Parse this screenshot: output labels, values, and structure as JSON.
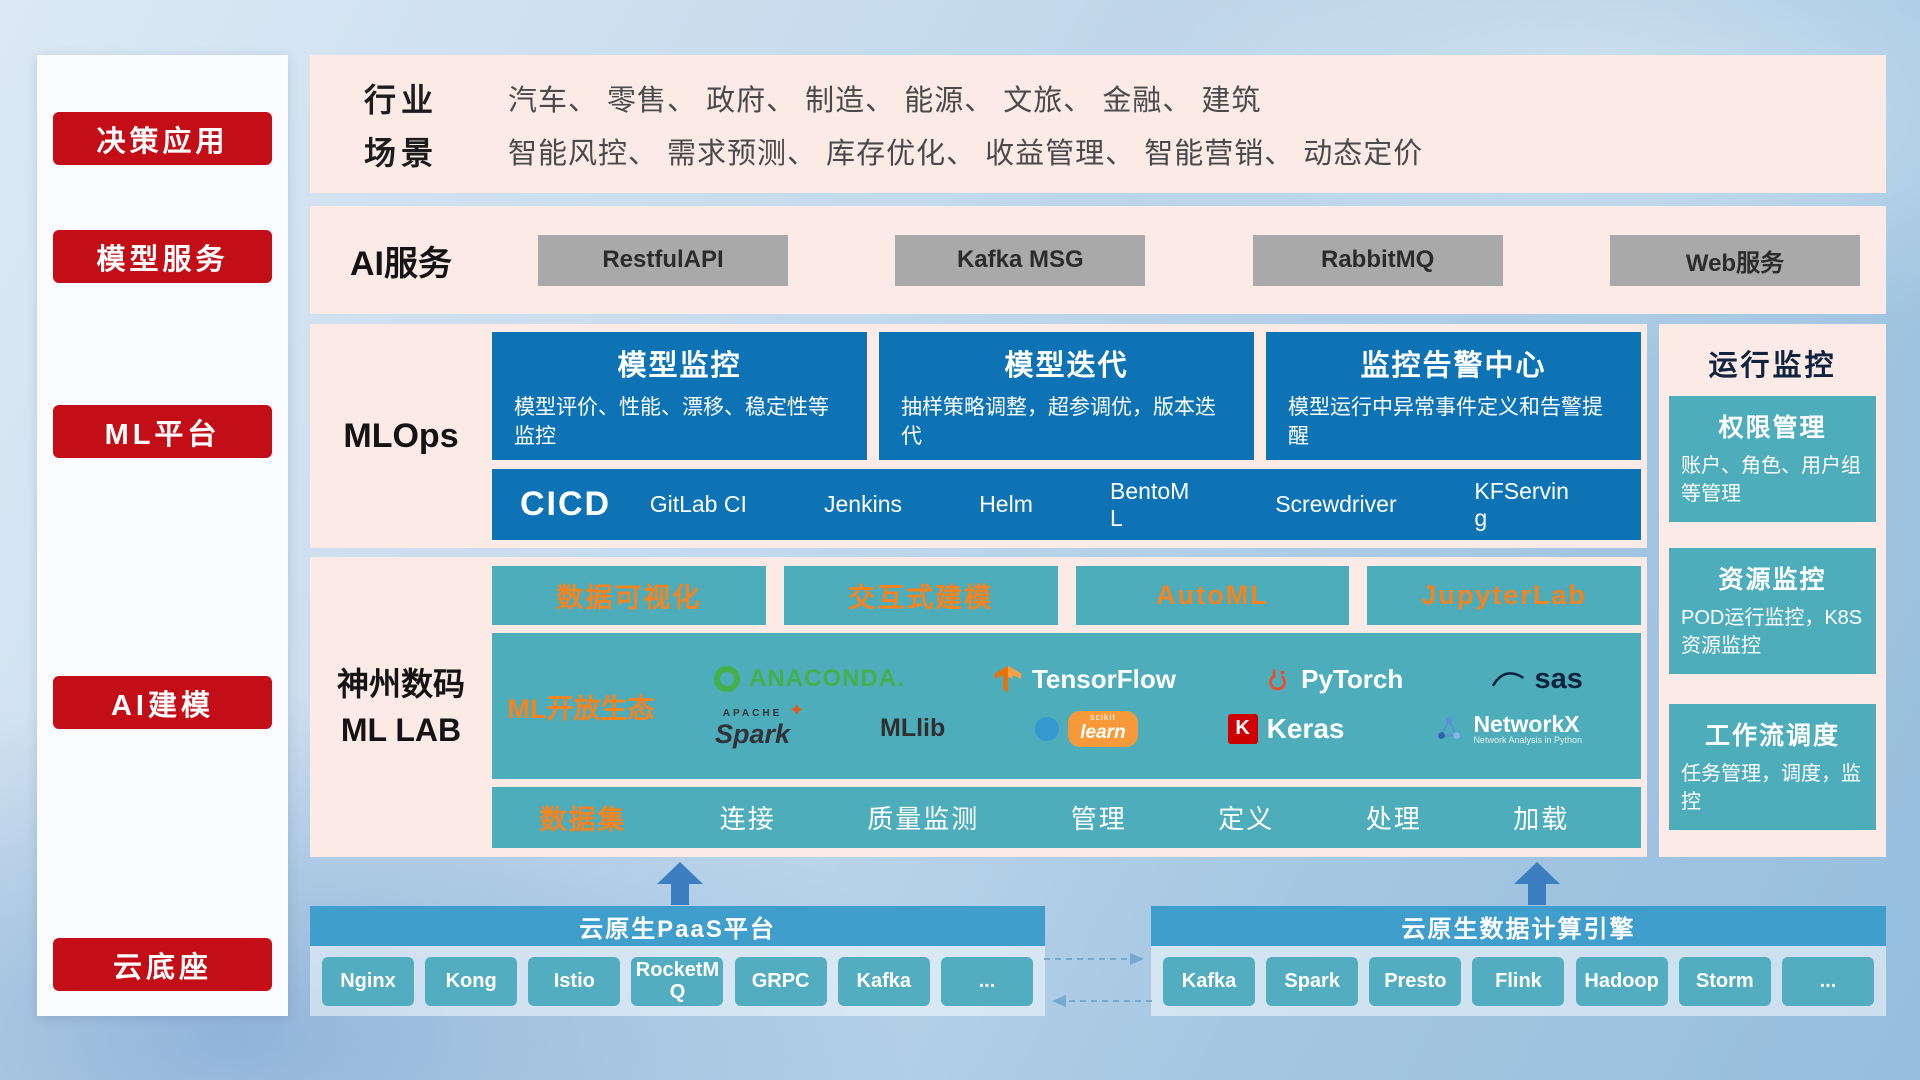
{
  "colors": {
    "accent_red": "#c30d17",
    "panel_pink": "#fbeae6",
    "blue_card": "#0d73b4",
    "teal_card": "#4eadba",
    "orange_text": "#f5831f",
    "gray_button": "#a9a9a9",
    "bottom_bar_blue": "#3f9ecb",
    "arrow_blue": "#3b7fc0"
  },
  "sidebar": {
    "items": [
      {
        "label": "决策应用"
      },
      {
        "label": "模型服务"
      },
      {
        "label": "ML平台"
      },
      {
        "label": "AI建模"
      },
      {
        "label": "云底座"
      }
    ]
  },
  "apps": {
    "rows": [
      {
        "label": "行业",
        "value": "汽车、 零售、 政府、 制造、 能源、 文旅、 金融、 建筑"
      },
      {
        "label": "场景",
        "value": "智能风控、 需求预测、 库存优化、 收益管理、 智能营销、 动态定价"
      }
    ]
  },
  "ai_service": {
    "label": "AI服务",
    "buttons": [
      {
        "label": "RestfulAPI"
      },
      {
        "label": "Kafka MSG"
      },
      {
        "label": "RabbitMQ"
      },
      {
        "label": "Web服务"
      }
    ]
  },
  "mlops": {
    "label": "MLOps",
    "cards": [
      {
        "title": "模型监控",
        "desc": "模型评价、性能、漂移、稳定性等监控"
      },
      {
        "title": "模型迭代",
        "desc": "抽样策略调整，超参调优，版本迭代"
      },
      {
        "title": "监控告警中心",
        "desc": "模型运行中异常事件定义和告警提醒"
      }
    ],
    "cicd": {
      "label": "CICD",
      "tools": [
        {
          "name": "GitLab CI"
        },
        {
          "name": "Jenkins"
        },
        {
          "name": "Helm"
        },
        {
          "name": "BentoML"
        },
        {
          "name": "Screwdriver"
        },
        {
          "name": "KFServing"
        }
      ]
    }
  },
  "monitor": {
    "title": "运行监控",
    "cards": [
      {
        "title": "权限管理",
        "desc": "账户、角色、用户组等管理"
      },
      {
        "title": "资源监控",
        "desc": "POD运行监控，K8S资源监控"
      },
      {
        "title": "工作流调度",
        "desc": "任务管理，调度，监控"
      }
    ]
  },
  "mllab": {
    "label_line1": "神州数码",
    "label_line2": "ML LAB",
    "tools": [
      {
        "label": "数据可视化"
      },
      {
        "label": "交互式建模"
      },
      {
        "label": "AutoML"
      },
      {
        "label": "JupyterLab"
      }
    ],
    "ecosystem": {
      "label": "ML开放生态",
      "row1": [
        {
          "name": "ANACONDA."
        },
        {
          "name": "TensorFlow"
        },
        {
          "name": "PyTorch"
        },
        {
          "name": "sas"
        }
      ],
      "row2": [
        {
          "tag": "APACHE",
          "name": "Spark"
        },
        {
          "name": "MLlib"
        },
        {
          "tag": "scikit",
          "name": "learn"
        },
        {
          "initial": "K",
          "name": "Keras"
        },
        {
          "name": "NetworkX",
          "sub": "Network Analysis in Python"
        }
      ]
    },
    "dataset": {
      "label": "数据集",
      "items": [
        {
          "name": "连接"
        },
        {
          "name": "质量监测"
        },
        {
          "name": "管理"
        },
        {
          "name": "定义"
        },
        {
          "name": "处理"
        },
        {
          "name": "加载"
        }
      ]
    }
  },
  "cloud": {
    "paas": {
      "title": "云原生PaaS平台",
      "items": [
        {
          "name": "Nginx"
        },
        {
          "name": "Kong"
        },
        {
          "name": "Istio"
        },
        {
          "name": "RocketMQ"
        },
        {
          "name": "GRPC"
        },
        {
          "name": "Kafka"
        },
        {
          "name": "..."
        }
      ]
    },
    "engine": {
      "title": "云原生数据计算引擎",
      "items": [
        {
          "name": "Kafka"
        },
        {
          "name": "Spark"
        },
        {
          "name": "Presto"
        },
        {
          "name": "Flink"
        },
        {
          "name": "Hadoop"
        },
        {
          "name": "Storm"
        },
        {
          "name": "..."
        }
      ]
    }
  }
}
